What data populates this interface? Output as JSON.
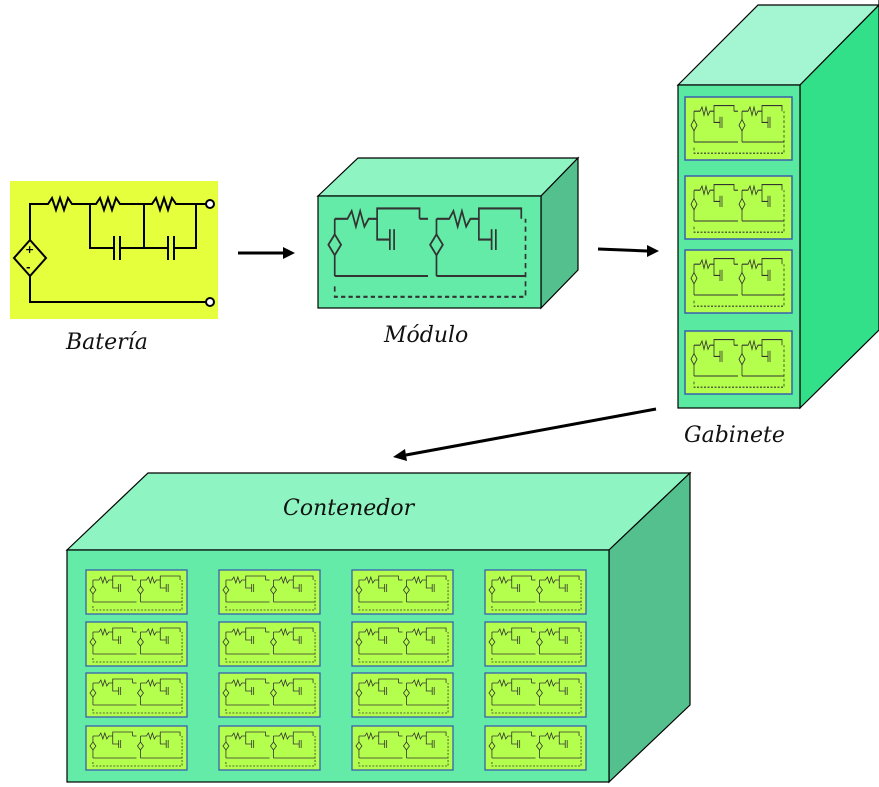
{
  "labels": {
    "bateria": "Batería",
    "modulo": "Módulo",
    "gabinete": "Gabinete",
    "contenedor": "Contenedor"
  },
  "colors": {
    "battery_bg": "#E6FF3C",
    "module_bg": "#B4FF4D",
    "face": "#64EBA8",
    "top": "#8EF5C2",
    "side": "#54C08E",
    "cabinet_top": "#A4F5D2",
    "cabinet_side": "#33E08A",
    "cabinet_front": "#5AE9A0",
    "module_border": "#3A5FB0"
  },
  "structure": {
    "cabinet_modules": 4,
    "container_columns": 4,
    "container_rows": 4
  }
}
